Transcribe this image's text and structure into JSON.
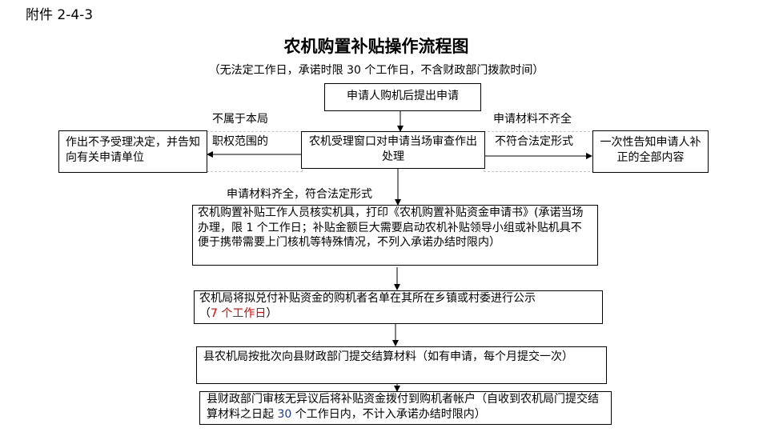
{
  "annex": "附件 2-4-3",
  "title": "农机购置补贴操作流程图",
  "subtitle": "（无法定工作日，承诺时限 30 个工作日，不含财政部门拨款时间）",
  "nodes": {
    "start": "申请人购机后提出申请",
    "review": "农机受理窗口对申请当场审查作出处理",
    "reject": "作出不予受理决定，并告知向有关申请单位",
    "supplement": "一次性告知申请人补正的全部内容",
    "verify": "农机购置补贴工作人员核实机具，打印《农机购置补贴资金申请书》(承诺当场办理，限 1 个工作日；补贴金额巨大需要启动农机补贴领导小组或补贴机具不便于携带需要上门核机等特殊情况，不列入承诺办结时限内）",
    "publicize": "农机局将拟兑付补贴资金的购机者名单在其所在乡镇或村委进行公示",
    "publicize_open": "（",
    "publicize_days": "7 个工作日",
    "publicize_close": "）",
    "submit": "县农机局按批次向县财政部门提交结算材料（如有申请，每个月提交一次）",
    "pay_a": "县财政部门审核无异议后将补贴资金拨付到购机者帐户（自收到农机局门提交结算材料之日起 ",
    "pay_days": "30",
    "pay_b": " 个工作日内，不计入承诺办结时限内）"
  },
  "edges": {
    "left_1": "不属于本局",
    "left_2": "职权范围的",
    "right_1": "申请材料不齐全",
    "right_2": "不符合法定形式",
    "down": "申请材料齐全，符合法定形式"
  },
  "colors": {
    "highlight_red": "#e00000",
    "highlight_blue": "#1a3a8a"
  }
}
